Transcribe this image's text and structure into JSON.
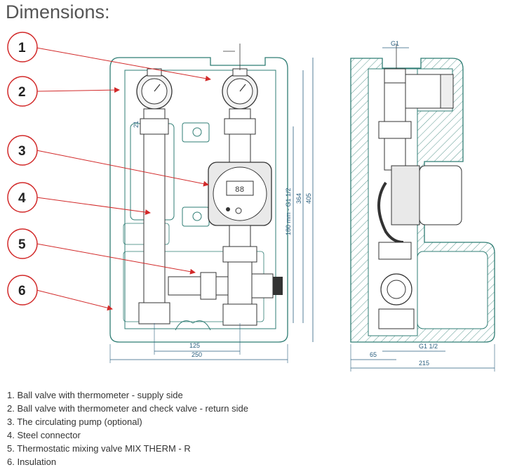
{
  "title": "Dimensions:",
  "callouts": [
    "1",
    "2",
    "3",
    "4",
    "5",
    "6"
  ],
  "dims": {
    "top_left": "125",
    "total_width": "250",
    "height_180": "180 mm - G1 1/2",
    "height_364": "364",
    "height_405": "405",
    "side_top": "G1",
    "side_bottom": "G1 1/2",
    "side_65": "65",
    "side_215": "215",
    "marker": "21"
  },
  "legend": [
    "1. Ball valve with thermometer - supply side",
    "2. Ball valve with thermometer and check valve - return side",
    "3. The circulating pump (optional)",
    "4. Steel connector",
    "5. Thermostatic mixing valve MIX THERM - R",
    "6. Insulation"
  ],
  "colors": {
    "outline": "#2f7d74",
    "arrow": "#d22a2a",
    "dim": "#2a5f7f",
    "part": "#333333"
  }
}
